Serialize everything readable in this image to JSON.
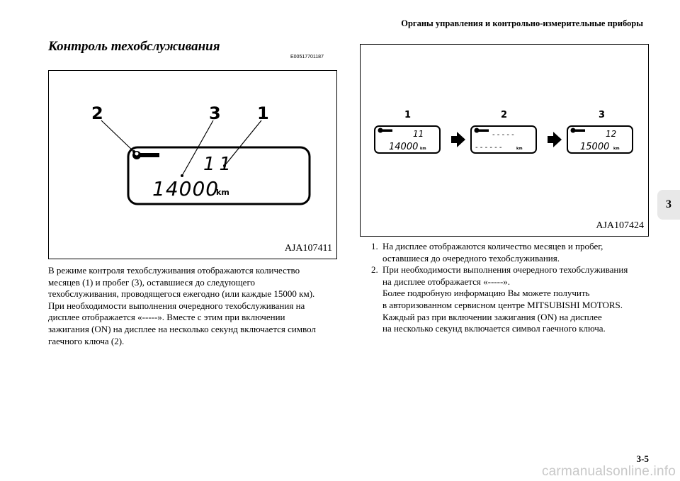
{
  "header": {
    "section_title": "Органы управления и контрольно-измерительные приборы"
  },
  "title": "Контроль техобслуживания",
  "doc_code": "E00517701187",
  "side_tab": "3",
  "figure1": {
    "label": "AJA107411",
    "callouts": [
      "2",
      "3",
      "1"
    ],
    "display": {
      "months": "11",
      "mileage": "14000",
      "unit": "km"
    }
  },
  "figure2": {
    "label": "AJA107424",
    "steps": [
      {
        "num": "1",
        "top": "11",
        "bottom": "14000",
        "unit": "km"
      },
      {
        "num": "2",
        "top": "- - - - -",
        "bottom": "- - - - - -",
        "unit": "km"
      },
      {
        "num": "3",
        "top": "12",
        "bottom": "15000",
        "unit": "km"
      }
    ]
  },
  "paragraph": [
    "В режиме контроля техобслуживания отображаются количество",
    "месяцев (1) и пробег (3), оставшиеся до следующего",
    "техобслуживания, проводящегося ежегодно (или каждые 15000 км).",
    "При необходимости выполнения очередного техобслуживания на",
    "дисплее отображается «-----». Вместе с этим при включении",
    "зажигания (ON) на дисплее на несколько секунд включается символ",
    "гаечного ключа (2)."
  ],
  "list": [
    {
      "num": "1.",
      "lines": [
        "На дисплее отображаются количество месяцев и пробег,",
        "оставшиеся до очередного техобслуживания."
      ]
    },
    {
      "num": "2.",
      "lines": [
        "При необходимости выполнения очередного техобслуживания",
        "на дисплее отображается «-----».",
        "Более подробную информацию Вы можете получить",
        "в авторизованном сервисном центре MITSUBISHI MOTORS.",
        "Каждый раз при включении зажигания (ON) на дисплее",
        "на несколько секунд включается символ гаечного ключа."
      ]
    }
  ],
  "page_number": "3-5",
  "watermark": "carmanualsonline.info"
}
